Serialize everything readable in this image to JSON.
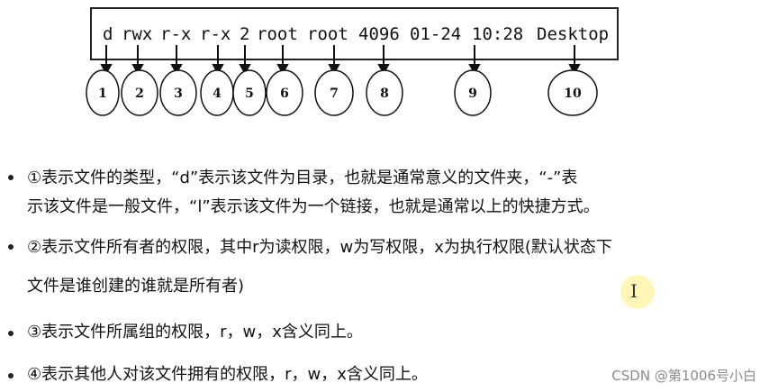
{
  "diagram": {
    "fields": [
      "d",
      "rwx",
      "r-x",
      "r-x",
      "2",
      "root",
      "root",
      "4096",
      "01-24",
      "10:28",
      "Desktop"
    ],
    "markers": [
      "1",
      "2",
      "3",
      "4",
      "5",
      "6",
      "7",
      "8",
      "9",
      "10"
    ]
  },
  "bullets": [
    {
      "lines": [
        "①表示文件的类型，“d”表示该文件为目录，也就是通常意义的文件夹，“-”表",
        "示该文件是一般文件，“l”表示该文件为一个链接，也就是通常以上的快捷方式。"
      ]
    },
    {
      "lines": [
        "②表示文件所有者的权限，其中r为读权限，w为写权限，x为执行权限(默认状态下",
        "文件是谁创建的谁就是所有者)"
      ]
    },
    {
      "lines": [
        "③表示文件所属组的权限，r，w，x含义同上。"
      ]
    },
    {
      "lines": [
        "④表示其他人对该文件拥有的权限，r，w，x含义同上。"
      ]
    }
  ],
  "cursor_glyph": "I",
  "watermark": "CSDN @第1006号小白"
}
